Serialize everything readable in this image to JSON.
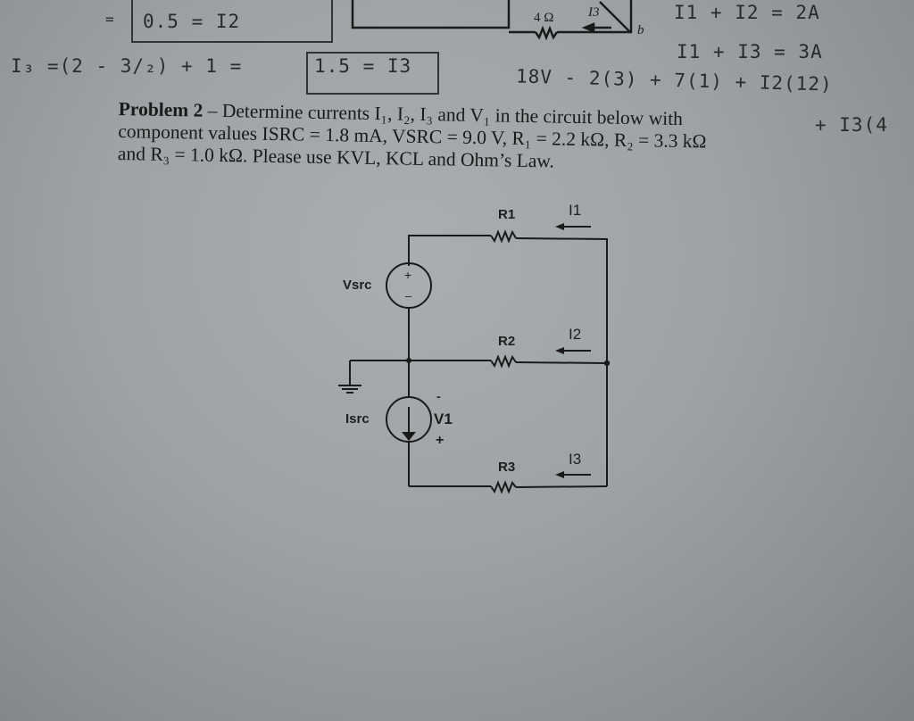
{
  "handwritten_notes": {
    "line1": "= 0.5 = I2",
    "line2": "I3 =(2 - 3/2) + 1 = 1.5 = I3",
    "boxed_answer_1": "0.5 = I2",
    "boxed_answer_2": "1.5 = I3",
    "eq_right_1": "I1 + I2 = 2A",
    "eq_right_2": "I1 + I3 = 3A",
    "eq_right_3": "18V - 2(3) + 7(1) + I2(12)",
    "eq_right_4": "+ I3(4"
  },
  "top_circuit_fragment": {
    "resistor_label": "4 Ω",
    "current_label": "I3",
    "node_label": "b"
  },
  "problem": {
    "heading": "Problem 2",
    "dash": " – ",
    "line1_text": "Determine currents I₁, I₂, I₃ and V₁ in the circuit below with",
    "line2_text": "component values ISRC = 1.8 mA, VSRC = 9.0 V, R₁ = 2.2 kΩ, R₂ = 3.3 kΩ",
    "line3_text": "and R₃ = 1.0 kΩ. Please use KVL, KCL and Ohm’s Law."
  },
  "circuit": {
    "labels": {
      "r1": "R1",
      "r2": "R2",
      "r3": "R3",
      "i1": "I1",
      "i2": "I2",
      "i3": "I3",
      "vsrc": "Vsrc",
      "isrc": "Isrc",
      "v1": "V1",
      "vsrc_plus": "+",
      "vsrc_minus": "–",
      "v1_minus": "-",
      "v1_plus": "+"
    },
    "values": {
      "ISRC": "1.8 mA",
      "VSRC": "9.0 V",
      "R1": "2.2 kΩ",
      "R2": "3.3 kΩ",
      "R3": "1.0 kΩ"
    }
  }
}
